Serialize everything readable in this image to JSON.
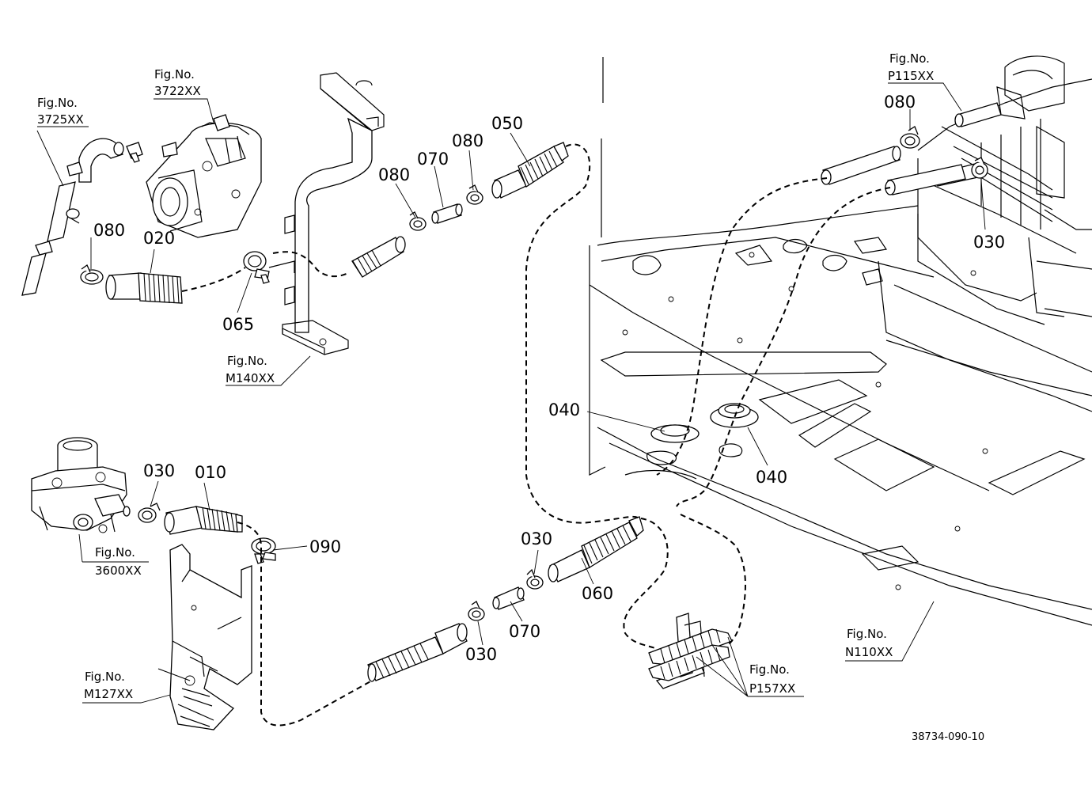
{
  "parts": {
    "p010": "010",
    "p020": "020",
    "p030a": "030",
    "p030b": "030",
    "p030c": "030",
    "p030d": "030",
    "p040a": "040",
    "p040b": "040",
    "p050": "050",
    "p060": "060",
    "p065": "065",
    "p070a": "070",
    "p070b": "070",
    "p080a": "080",
    "p080b": "080",
    "p080c": "080",
    "p080d": "080",
    "p090": "090"
  },
  "figs": {
    "prefix": "Fig.No.",
    "f3725": "3725XX",
    "f3722": "3722XX",
    "fM140": "M140XX",
    "fP115": "P115XX",
    "f3600": "3600XX",
    "fM127": "M127XX",
    "fN110": "N110XX",
    "fP157": "P157XX"
  },
  "drawing_code": "38734-090-10"
}
